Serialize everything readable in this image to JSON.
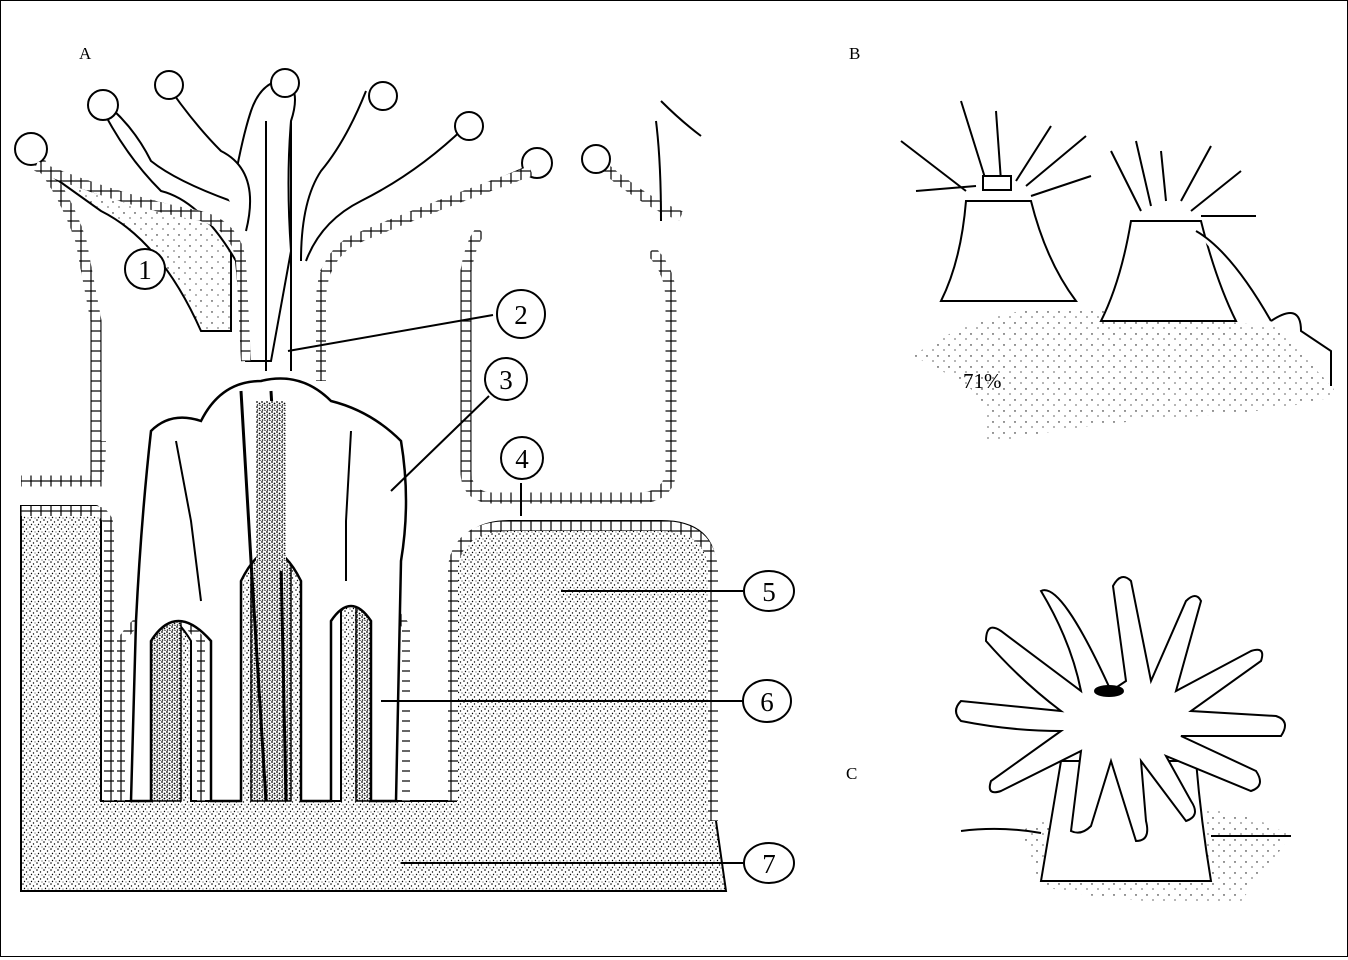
{
  "panels": {
    "a": {
      "letter": "A"
    },
    "b": {
      "letter": "B",
      "annotation": "71%"
    },
    "c": {
      "letter": "C"
    }
  },
  "callouts": [
    "1",
    "2",
    "3",
    "4",
    "5",
    "6",
    "7"
  ],
  "colors": {
    "ink": "#000000",
    "paper": "#ffffff"
  }
}
